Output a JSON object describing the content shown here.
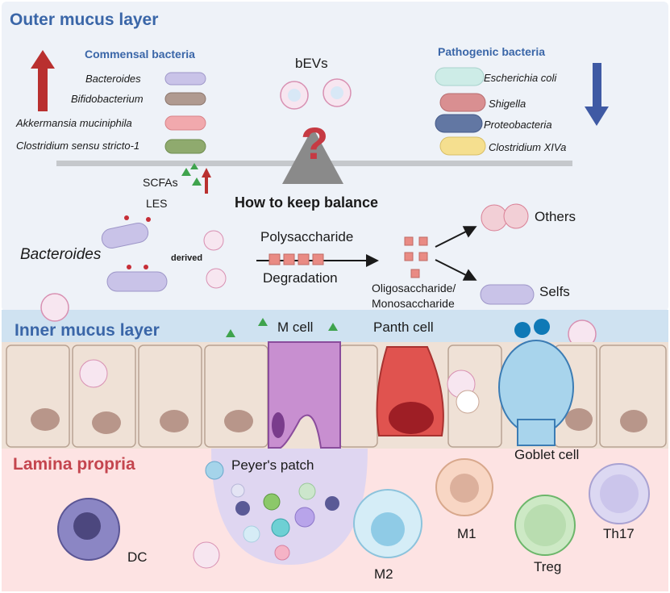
{
  "sections": {
    "outer": "Outer mucus layer",
    "inner": "Inner mucus layer",
    "lamina": "Lamina propria"
  },
  "commensal": {
    "title": "Commensal bacteria",
    "items": [
      "Bacteroides",
      "Bifidobacterium",
      "Akkermansia muciniphila",
      "Clostridium sensu stricto-1"
    ],
    "colors": [
      "#c9c3e8",
      "#b09a90",
      "#f1a9ad",
      "#8faa6e"
    ]
  },
  "pathogenic": {
    "title": "Pathogenic bacteria",
    "items": [
      "Escherichia coli",
      "Shigella",
      "Proteobacteria",
      "Clostridium XIVa"
    ],
    "colors": [
      "#cdece7",
      "#d98f91",
      "#6277a3",
      "#f5df8f"
    ]
  },
  "bevs_label": "bEVs",
  "balance": {
    "question_mark": "?",
    "title": "How to keep balance"
  },
  "scfas": {
    "scfas": "SCFAs",
    "les": "LES"
  },
  "degradation": {
    "bacteroides": "Bacteroides",
    "derived": "derived",
    "polysaccharide": "Polysaccharide",
    "degradation": "Degradation",
    "oligo": "Oligosaccharide/",
    "mono": "Monosaccharide",
    "others": "Others",
    "selfs": "Selfs"
  },
  "cells": {
    "m_cell": "M cell",
    "panth_cell": "Panth cell",
    "goblet_cell": "Goblet cell",
    "peyers_patch": "Peyer's patch",
    "dc": "DC",
    "m1": "M1",
    "m2": "M2",
    "treg": "Treg",
    "th17": "Th17"
  },
  "colors": {
    "outer_bg": "#eef2f8",
    "inner_bg": "#cfe2f1",
    "lamina_bg": "#fde3e3",
    "up_arrow": "#b9302f",
    "down_arrow": "#3f5aa4",
    "section_blue": "#3a66a8",
    "section_red": "#c4454e"
  }
}
